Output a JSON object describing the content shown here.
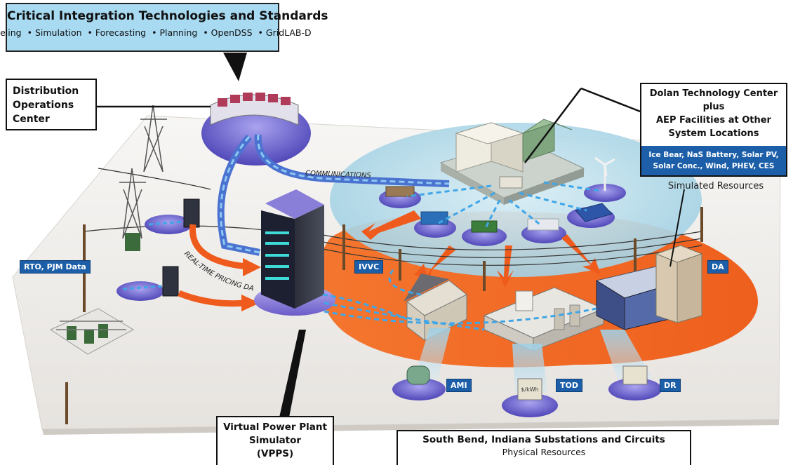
{
  "header": {
    "title": "Critical Integration Technologies and Standards",
    "items": [
      "Modeling",
      "Simulation",
      "Forecasting",
      "Planning",
      "OpenDSS",
      "GridLAB-D"
    ],
    "bullet": "•"
  },
  "callouts": {
    "doc": "Distribution Operations Center",
    "dolan_title_1": "Dolan Technology Center",
    "dolan_title_2": "plus",
    "dolan_title_3": "AEP Facilities at Other",
    "dolan_title_4": "System Locations",
    "dolan_resources": "Ice Bear, NaS Battery, Solar PV, Solar Conc., Wind, PHEV, CES",
    "dolan_subtitle": "Simulated Resources",
    "vpps_1": "Virtual Power Plant",
    "vpps_2": "Simulator",
    "vpps_3": "(VPPS)",
    "south_bend": "South Bend, Indiana Substations and Circuits",
    "south_bend_sub": "Physical Resources"
  },
  "tags": {
    "rto": "RTO, PJM Data",
    "ivvc": "IVVC",
    "da": "DA",
    "ami": "AMI",
    "tod": "TOD",
    "dr": "DR"
  },
  "labels": {
    "communications": "COMMUNICATIONS",
    "pricing": "REAL-TIME PRICING DATA"
  },
  "meters": {
    "tod_display": "$/kWh"
  },
  "colors": {
    "platform": "#f4f2ef",
    "orange": "#f26a24",
    "blue_cloud": "#bfe0ec",
    "purple": "#6a5cc8",
    "tag_blue": "#1c5fa8",
    "comm_line": "#3fa6e8",
    "header_bg": "#a8daf2"
  }
}
